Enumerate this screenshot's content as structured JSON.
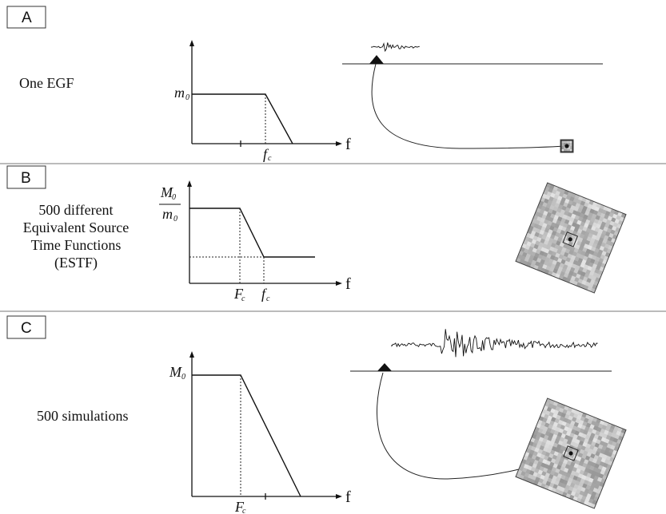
{
  "panels": [
    {
      "label": "A",
      "description": [
        "One EGF"
      ],
      "y_label_main": "m",
      "y_label_sub": "0",
      "x_ticks": [
        {
          "main": "f",
          "sub": "c"
        }
      ],
      "x_axis": "f"
    },
    {
      "label": "B",
      "description": [
        "500 different",
        "Equivalent Source",
        "Time Functions",
        "(ESTF)"
      ],
      "y_label_num": "M",
      "y_label_num_sub": "0",
      "y_label_den": "m",
      "y_label_den_sub": "0",
      "x_ticks": [
        {
          "main": "F",
          "sub": "c"
        },
        {
          "main": "f",
          "sub": "c"
        }
      ],
      "x_axis": "f"
    },
    {
      "label": "C",
      "description": [
        "500 simulations"
      ],
      "y_label_main": "M",
      "y_label_sub": "0",
      "x_ticks": [
        {
          "main": "F",
          "sub": "c"
        }
      ],
      "x_axis": "f"
    }
  ],
  "colors": {
    "ink": "#111111",
    "separator": "#777777",
    "noise_base": "#b8b8b8"
  },
  "icons": [
    "station-triangle-icon",
    "source-fault-plane-icon",
    "seismogram-icon",
    "ray-path-icon"
  ]
}
